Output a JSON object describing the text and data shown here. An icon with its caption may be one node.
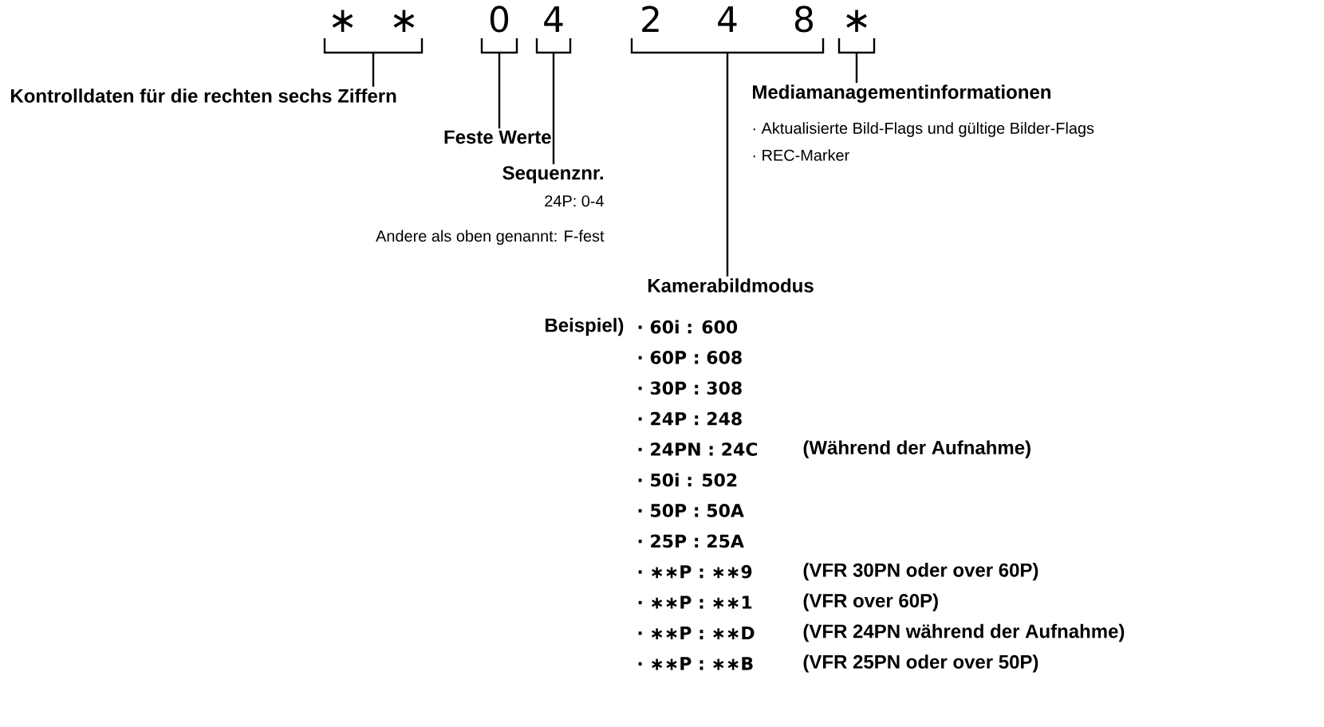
{
  "diagram": {
    "nodes": [
      {
        "text": [
          "∗ ∗"
        ]
      },
      {
        "text": [
          "0"
        ]
      },
      {
        "text": [
          "4"
        ]
      },
      {
        "text": [
          "2 4 8"
        ]
      },
      {
        "text": [
          "∗"
        ]
      },
      {
        "text": [
          "Kontrolldaten für die rechten sechs Ziffern"
        ]
      },
      {
        "text": [
          "Feste Werte"
        ]
      },
      {
        "text": [
          "Sequenznr.",
          "24P: 0-4",
          "Andere als oben genannt: F-fest"
        ]
      },
      {
        "text": [
          "Mediamanagementinformationen",
          "· Aktualisierte Bild-Flags und gültige Bilder-Flags",
          "· REC-Marker"
        ]
      },
      {
        "text": [
          "Kamerabildmodus"
        ]
      }
    ],
    "edges": [
      {
        "from": 5,
        "to": 0,
        "arrow": "none"
      },
      {
        "from": 6,
        "to": 1,
        "arrow": "none"
      },
      {
        "from": 7,
        "to": 2,
        "arrow": "none"
      },
      {
        "from": 9,
        "to": 3,
        "arrow": "none"
      },
      {
        "from": 8,
        "to": 4,
        "arrow": "none"
      }
    ],
    "labels": [
      "Beispiel)",
      "· 60i : 600",
      "· 60P : 608",
      "· 30P : 308",
      "· 24P : 248",
      "· 24PN : 24C",
      "(Während der Aufnahme)",
      "· 50i : 502",
      "· 50P : 50A",
      "· 25P : 25A",
      "· ∗∗P : ∗∗9",
      "(VFR 30PN oder over 60P)",
      "· ∗∗P : ∗∗1",
      "(VFR over 60P)",
      "· ∗∗P : ∗∗D",
      "(VFR 24PN während der Aufnahme)",
      "· ∗∗P : ∗∗B",
      "(VFR 25PN oder over 50P)"
    ]
  }
}
